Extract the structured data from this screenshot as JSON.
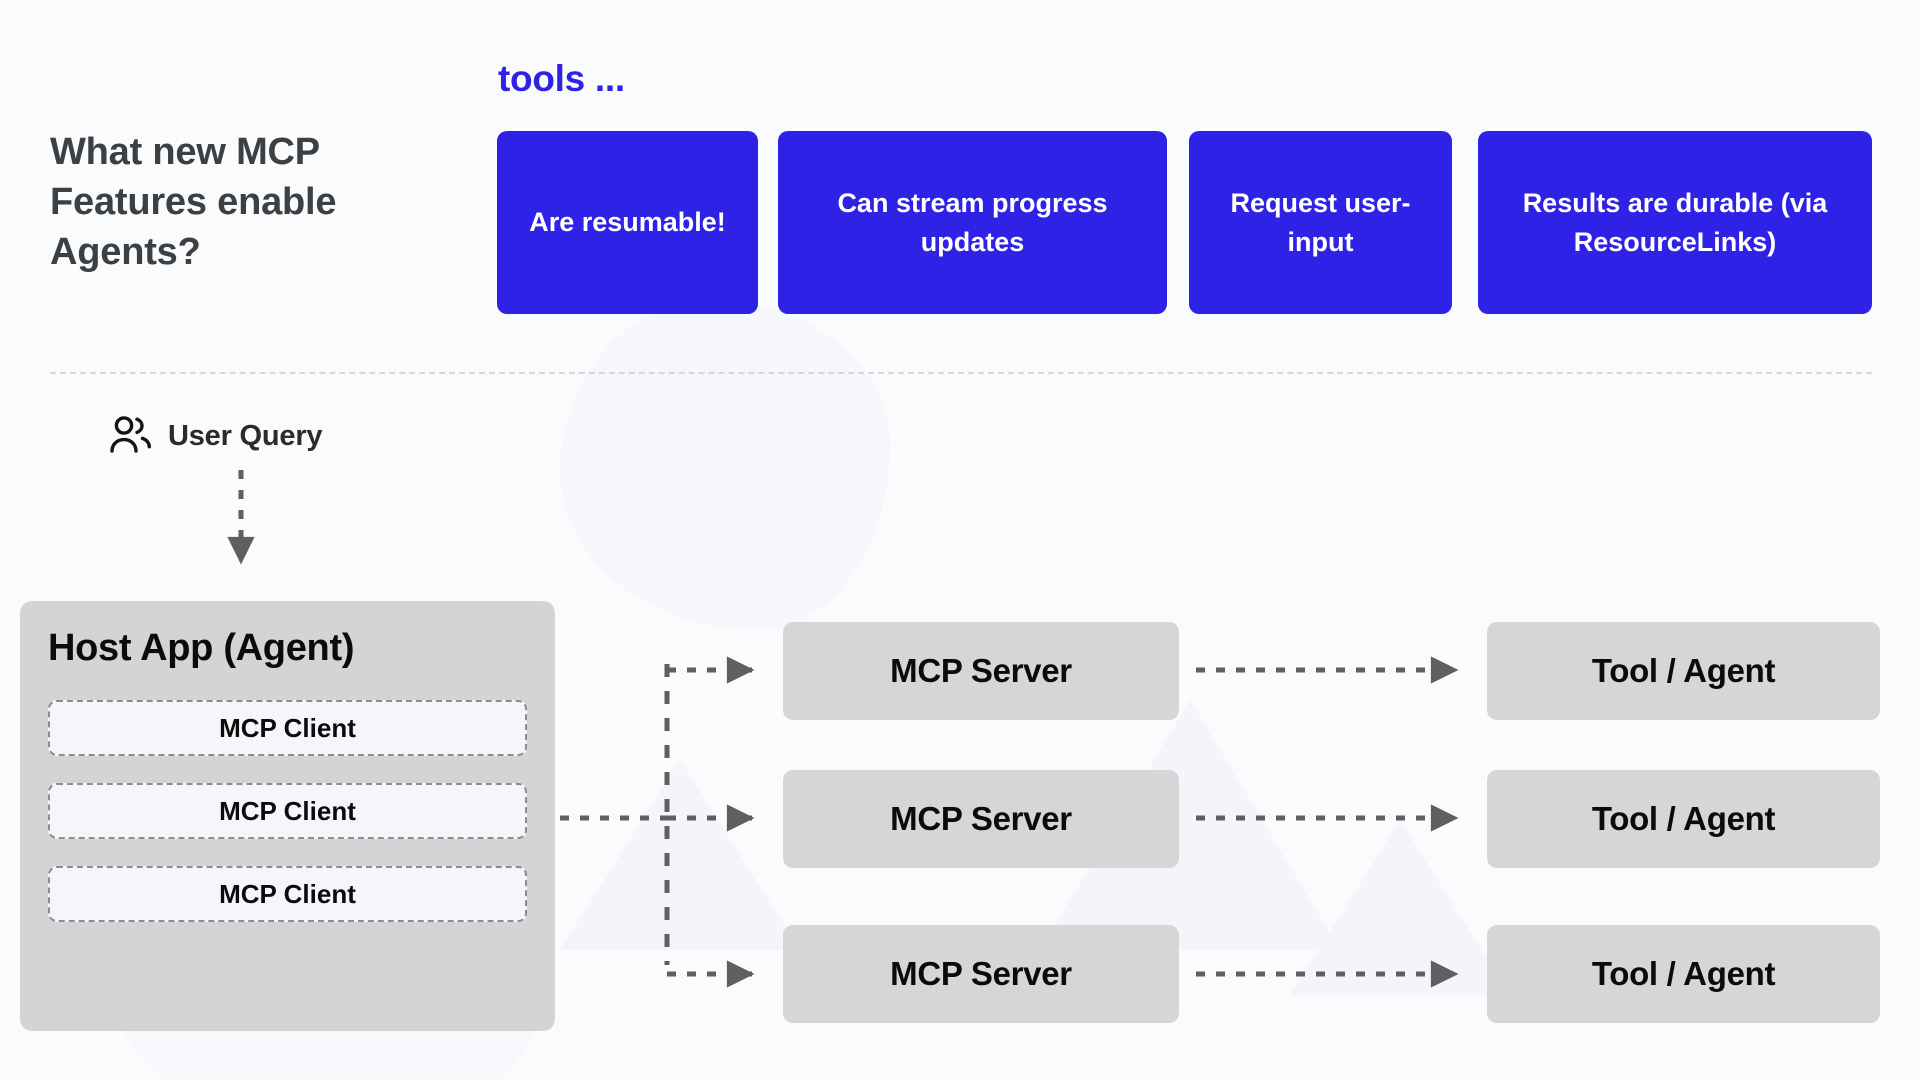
{
  "header": {
    "question": "What new MCP Features enable Agents?",
    "tools_label": "tools ...",
    "accent_blue": "#2f22e7",
    "feature_cards": [
      {
        "label": "Are resumable!"
      },
      {
        "label": "Can stream progress updates"
      },
      {
        "label": "Request user-input"
      },
      {
        "label": "Results are durable (via ResourceLinks)"
      }
    ]
  },
  "flow": {
    "user_query": {
      "icon": "users-icon",
      "label": "User Query"
    },
    "host_app": {
      "title": "Host App (Agent)",
      "fill": "#d4d4d4",
      "clients": [
        {
          "label": "MCP Client"
        },
        {
          "label": "MCP Client"
        },
        {
          "label": "MCP Client"
        }
      ]
    },
    "servers": [
      {
        "label": "MCP Server"
      },
      {
        "label": "MCP Server"
      },
      {
        "label": "MCP Server"
      }
    ],
    "tools": [
      {
        "label": "Tool / Agent"
      },
      {
        "label": "Tool / Agent"
      },
      {
        "label": "Tool / Agent"
      }
    ],
    "node_fill": "#d6d6d6",
    "arrow_color": "#5f5f5f"
  }
}
